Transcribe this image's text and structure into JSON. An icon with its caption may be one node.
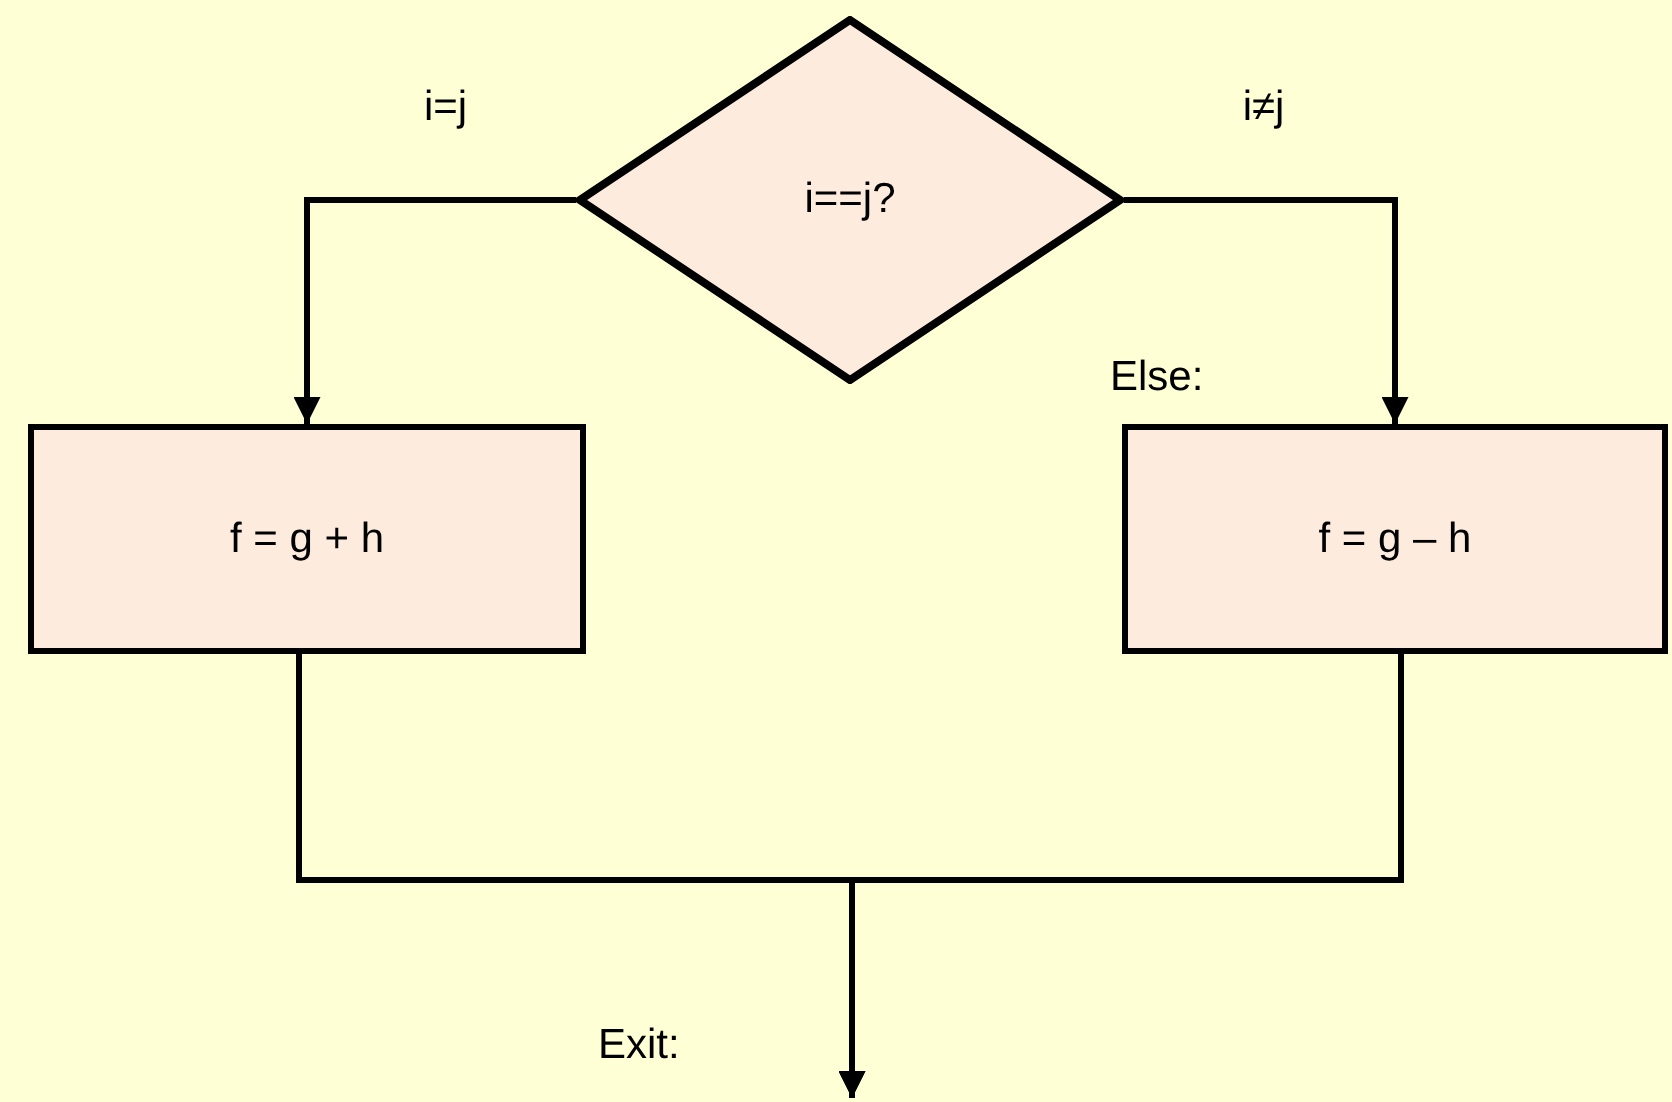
{
  "diagram": {
    "nodes": [
      {
        "text": [
          "i==j?"
        ]
      },
      {
        "text": [
          "f = g + h"
        ]
      },
      {
        "text": [
          "f = g – h"
        ]
      }
    ],
    "edges": [
      {
        "from": 0,
        "to": 1,
        "arrow": "to",
        "label": "i=j"
      },
      {
        "from": 0,
        "to": 2,
        "arrow": "to",
        "label": "i≠j"
      },
      {
        "from": 1,
        "to": null,
        "arrow": "to"
      },
      {
        "from": 2,
        "to": null,
        "arrow": "to"
      }
    ],
    "labels": [
      "Else:",
      "Exit:"
    ]
  }
}
